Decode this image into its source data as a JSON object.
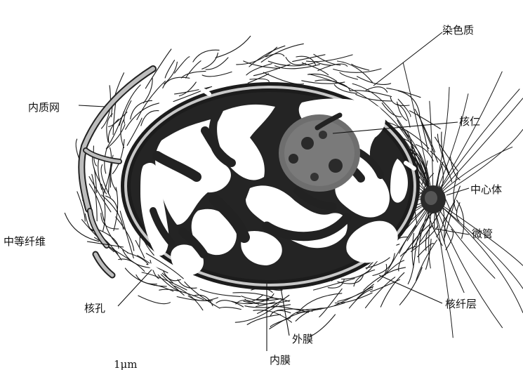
{
  "labels": {
    "chromatin": "染色质",
    "endoplasmic_reticulum": "内质网",
    "nucleolus": "核仁",
    "centrosome": "中心体",
    "intermediate_filaments": "中等纤维",
    "microtubules": "微管",
    "nuclear_pore": "核孔",
    "nuclear_lamina": "核纤层",
    "outer_membrane": "外膜",
    "inner_membrane": "内膜"
  },
  "scale_bar": {
    "label": "1μm"
  }
}
